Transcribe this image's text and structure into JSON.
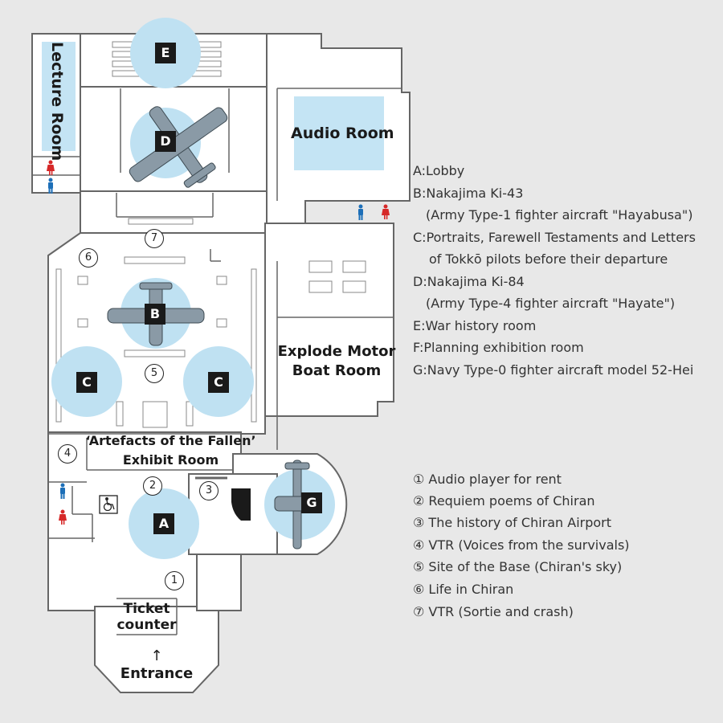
{
  "rooms": {
    "lecture_room": "Lecture Room",
    "audio_room": "Audio Room",
    "explode_line1": "Explode Motor",
    "explode_line2": "Boat Room",
    "artefacts_line1": "‘Artefacts of the Fallen’",
    "artefacts_line2": "Exhibit Room",
    "ticket_line1": "Ticket",
    "ticket_line2": "counter",
    "entrance": "Entrance",
    "entrance_arrow": "↑"
  },
  "markers": {
    "a": "A",
    "b": "B",
    "c": "C",
    "d": "D",
    "e": "E",
    "g": "G"
  },
  "numbers": {
    "n1": "1",
    "n2": "2",
    "n3": "3",
    "n4": "4",
    "n5": "5",
    "n6": "6",
    "n7": "7"
  },
  "legend_letters": [
    "A:Lobby",
    "B:Nakajima Ki-43",
    "(Army Type-1 fighter aircraft \"Hayabusa\")",
    "C:Portraits, Farewell Testaments and Letters",
    "of Tokkō pilots before their departure",
    "D:Nakajima Ki-84",
    "(Army Type-4 fighter aircraft \"Hayate\")",
    "E:War history room",
    "F:Planning exhibition room",
    "G:Navy Type-0 fighter aircraft model 52-Hei"
  ],
  "legend_numbers": [
    "① Audio player for rent",
    "② Requiem poems of Chiran",
    "③ The history of Chiran Airport",
    "④ VTR (Voices from the survivals)",
    "⑤ Site of the Base (Chiran's sky)",
    "⑥ Life in Chiran",
    "⑦ VTR (Sortie and crash)"
  ],
  "colors": {
    "background": "#e8e8e8",
    "floor": "#ffffff",
    "wall": "#666666",
    "highlight_circle": "#bfe1f2",
    "audio_room_fill": "#c4e4f4",
    "aircraft": "#8a9aa6",
    "marker": "#1a1a1a",
    "male_icon": "#1d6fb8",
    "female_icon": "#d62828"
  },
  "icons": [
    "male-restroom-icon",
    "female-restroom-icon",
    "wheelchair-icon",
    "aircraft-icon",
    "piano-icon"
  ]
}
